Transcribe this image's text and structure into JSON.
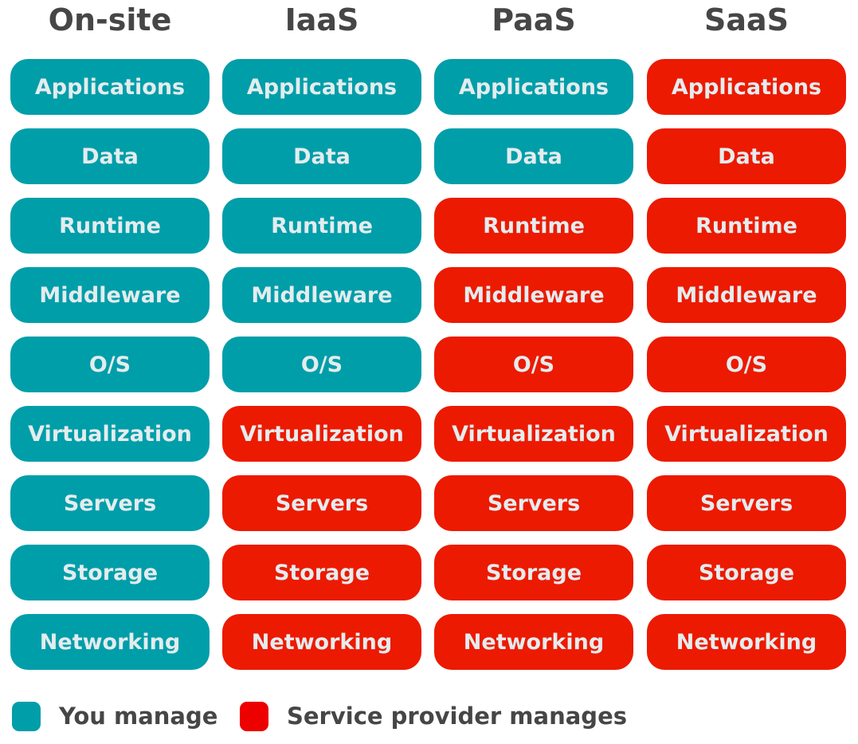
{
  "colors": {
    "you": "#009ea9",
    "provider": "#ec1a00"
  },
  "columns": [
    {
      "title": "On-site",
      "provider_from": 9
    },
    {
      "title": "IaaS",
      "provider_from": 5
    },
    {
      "title": "PaaS",
      "provider_from": 2
    },
    {
      "title": "SaaS",
      "provider_from": 0
    }
  ],
  "layers": [
    "Applications",
    "Data",
    "Runtime",
    "Middleware",
    "O/S",
    "Virtualization",
    "Servers",
    "Storage",
    "Networking"
  ],
  "legend": {
    "you_manage": "You manage",
    "provider_manages": "Service provider manages"
  }
}
